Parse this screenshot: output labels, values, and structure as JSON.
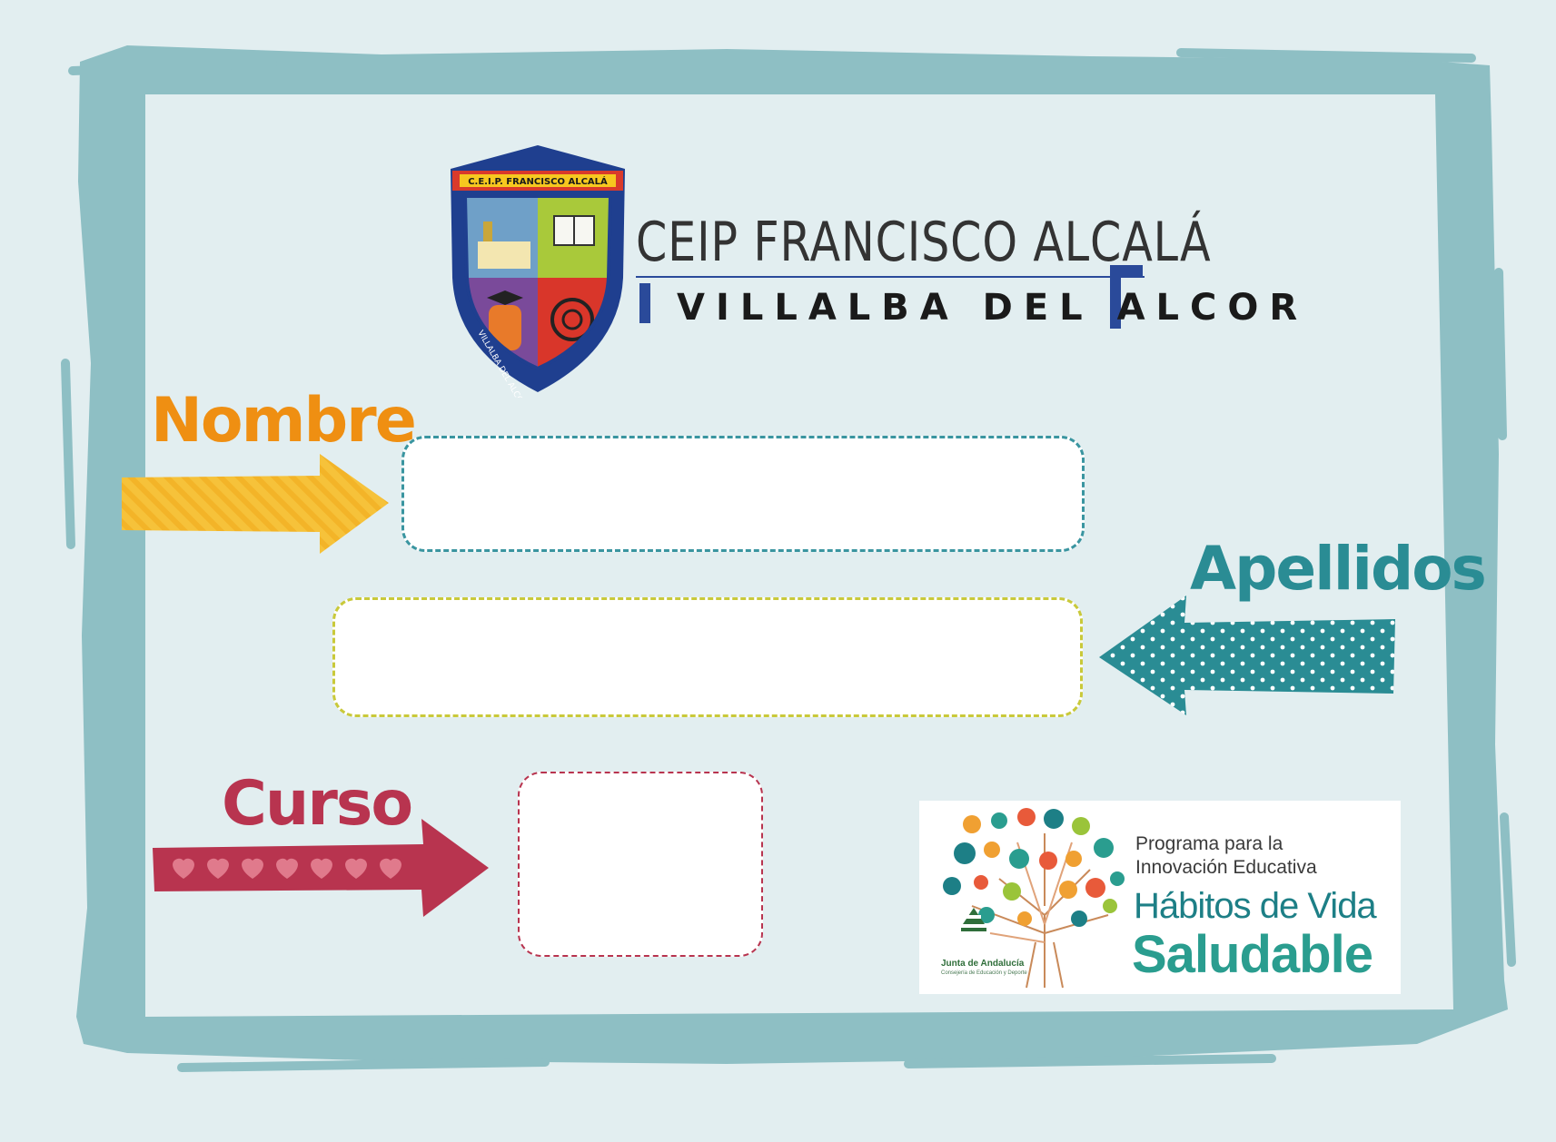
{
  "school": {
    "name": "CEIP FRANCISCO ALCALÁ",
    "town": "VILLALBA DEL ALCOR",
    "crest": {
      "banner_text": "C.E.I.P. FRANCISCO ALCALÁ",
      "ring_text": "VILLALBA DEL ALCOR"
    }
  },
  "form": {
    "nombre": {
      "label": "Nombre",
      "value": ""
    },
    "apellidos": {
      "label": "Apellidos",
      "value": ""
    },
    "curso": {
      "label": "Curso",
      "value": ""
    }
  },
  "program": {
    "line1": "Programa para la",
    "line2": "Innovación Educativa",
    "title_a": "Hábitos de Vida",
    "title_b": "Saludable",
    "institution": "Junta de Andalucía",
    "department": "Consejería de Educación y Deporte"
  },
  "colors": {
    "background": "#e2eef0",
    "frame": "#8ebfc4",
    "nombre": "#ef8f12",
    "nombre_arrow": "#f6c23a",
    "apellidos": "#2a8c94",
    "apellidos_field": "#c9c93a",
    "curso": "#b8344f",
    "nombre_field": "#3a95a0"
  },
  "icons": {
    "crest": "school-crest-icon",
    "tree": "health-tree-icon",
    "junta": "junta-andalucia-logo"
  }
}
